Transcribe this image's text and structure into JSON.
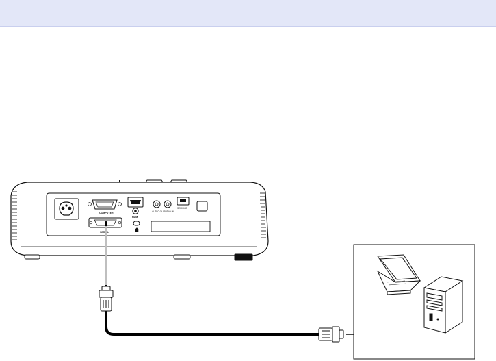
{
  "colors": {
    "header_band": "#e3e7f8",
    "line": "#111111",
    "cable": "#000000",
    "body_fill": "#ffffff"
  },
  "projector": {
    "ports": {
      "computer": "COMPUTER",
      "hdmi": "HDMI",
      "serial": "SERIAL",
      "audio_out": "AUDIO OUT",
      "audio_in": "AUDIO IN",
      "service": "SERVICE"
    }
  },
  "computers": {
    "laptop": "laptop-icon",
    "desktop": "desktop-tower-icon"
  }
}
